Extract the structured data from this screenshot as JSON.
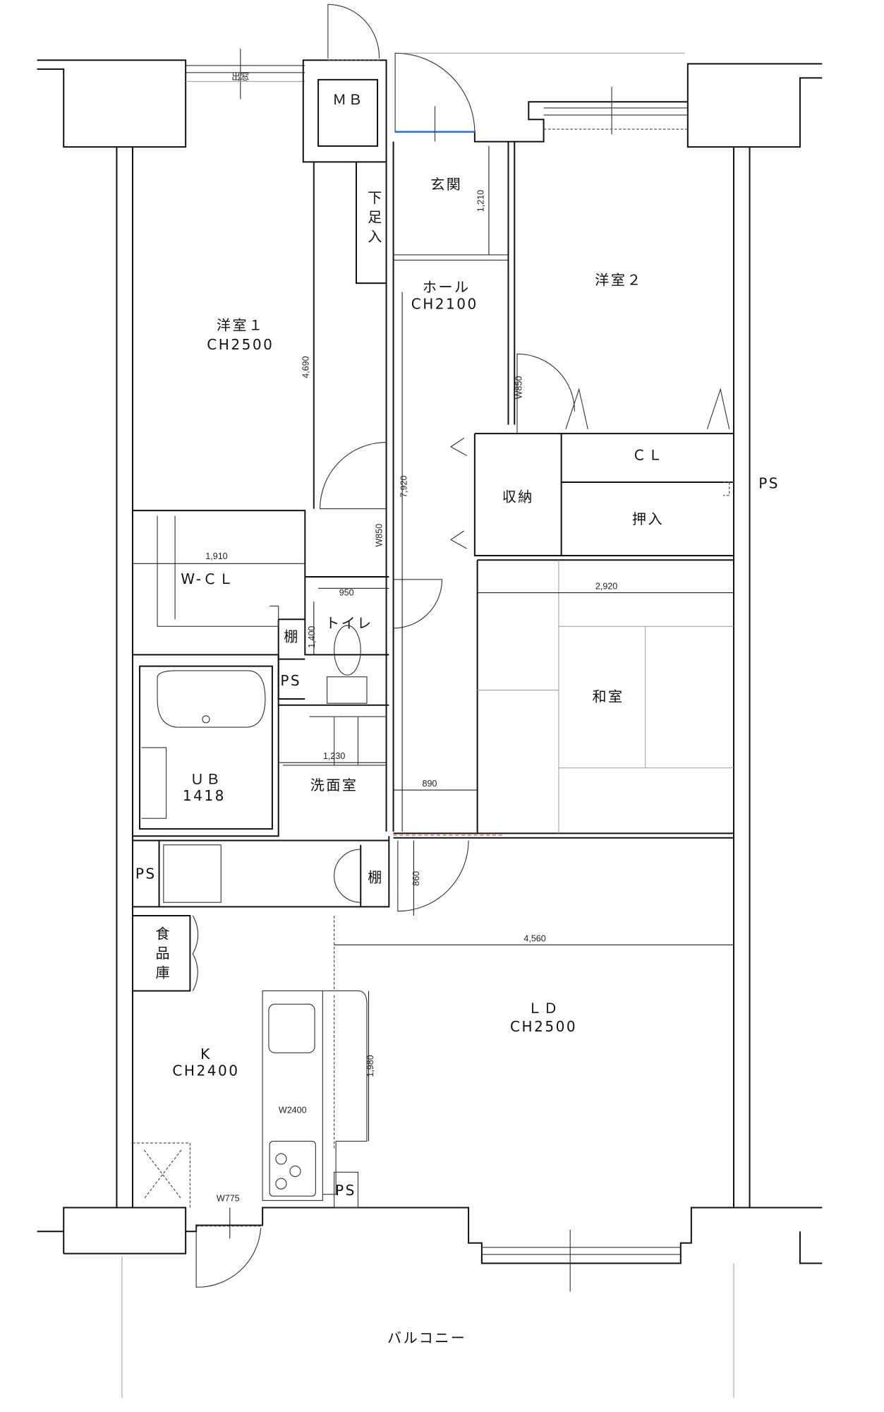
{
  "rooms": {
    "mb": "ＭＢ",
    "genkan": "玄関",
    "geta": [
      "下",
      "足",
      "入"
    ],
    "hall": "ホール",
    "hall_ch": "CH2100",
    "youshitsu1": "洋室１",
    "youshitsu1_ch": "CH2500",
    "youshitsu2": "洋室２",
    "cl": "ＣＬ",
    "ps_right": "PS",
    "shuno": "収納",
    "oshiire": "押入",
    "wcl": "W-ＣＬ",
    "toilet": "トイレ",
    "tana1": "棚",
    "ps1": "PS",
    "washitsu": "和室",
    "ub": "ＵＢ",
    "ub_size": "1418",
    "senmen": "洗面室",
    "ps2": "PS",
    "tana2": "棚",
    "shokuhin": [
      "食",
      "品",
      "庫"
    ],
    "ld": "ＬＤ",
    "ld_ch": "CH2500",
    "k": "K",
    "k_ch": "CH2400",
    "ps3": "PS",
    "balcony": "バルコニー",
    "demado": "出窓"
  },
  "dimensions": {
    "genkan_depth": "1,210",
    "youshitsu1_depth": "4,690",
    "hall_length": "7,920",
    "door_youshitsu2": "W850",
    "door_youshitsu1": "W850",
    "wcl_width": "1,910",
    "toilet_width": "950",
    "toilet_depth": "1,400",
    "washitsu_width": "2,920",
    "senmen_width": "1,230",
    "hall_width": "890",
    "door_ld": "860",
    "ld_width": "4,560",
    "kitchen_depth": "1,980",
    "kitchen_width": "W2400",
    "door_balcony": "W775"
  }
}
